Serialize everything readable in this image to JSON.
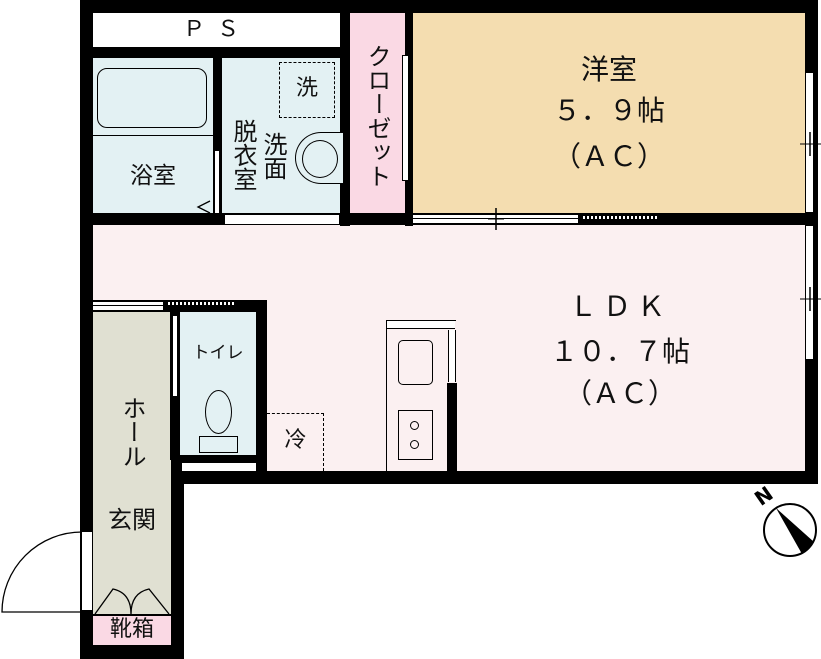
{
  "floorplan": {
    "colors": {
      "wall": "#000000",
      "western_room": "#F4DDB0",
      "ldk": "#FBF0F1",
      "wet_area": "#E3F1F3",
      "hall": "#E0E0D2",
      "closet": "#FAD9E4",
      "shoe_box": "#FAD9E4",
      "ps": "#FFFFFF"
    },
    "rooms": {
      "ps": {
        "label": "ＰＳ"
      },
      "closet": {
        "label": "クローゼット"
      },
      "western_room": {
        "name": "洋室",
        "size": "５．９帖",
        "note": "（ＡＣ）"
      },
      "bath": {
        "label": "浴室"
      },
      "washroom": {
        "label_a": "洗面",
        "label_b": "脱衣室",
        "washer": "洗"
      },
      "ldk": {
        "name": "ＬＤＫ",
        "size": "１０．７帖",
        "note": "（ＡＣ）"
      },
      "toilet": {
        "label": "トイレ"
      },
      "fridge": {
        "label": "冷"
      },
      "hall": {
        "label_a": "ホール",
        "label_b": "玄関"
      },
      "shoe_box": {
        "label": "靴箱"
      }
    },
    "compass": {
      "label": "N"
    }
  }
}
